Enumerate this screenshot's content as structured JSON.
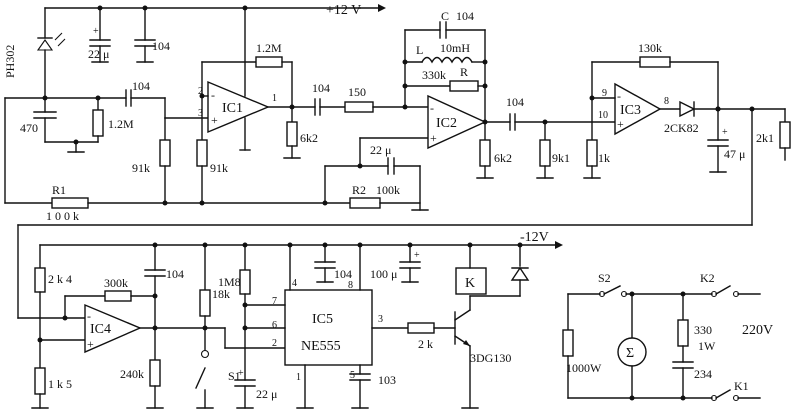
{
  "rails": {
    "pos12": "+12 V",
    "neg12": "-12V"
  },
  "sensor": {
    "name": "PH302"
  },
  "caps": {
    "c_22u_top": "22 μ",
    "c_104_top": "104",
    "c_104_input": "104",
    "c_470": "470",
    "c_104_ic1out": "104",
    "c_104_fb_label": "C",
    "c_104_fb_value": "104",
    "c_22u_ic2": "22 μ",
    "c_104_ic2out": "104",
    "c_47u": "47 μ",
    "c_104_ic4": "104",
    "c_104_vcc": "104",
    "c_100u": "100 μ",
    "c_22u_timer": "22 μ",
    "c_103": "103",
    "c_234": "234"
  },
  "resistors": {
    "r_1m2_ic1fb": "1.2M",
    "r_1m2_input": "1.2M",
    "r_91k_a": "91k",
    "r_91k_b": "91k",
    "r_6k2_a": "6k2",
    "r_150": "150",
    "r_330k": "330k",
    "r_R": "R",
    "r_6k2_b": "6k2",
    "r_9k1": "9k1",
    "r_130k": "130k",
    "r_1k": "1k",
    "r_2k1": "2k1",
    "r1_name": "R1",
    "r1_value": "1 0 0 k",
    "r2_name": "R2",
    "r2_value": "100k",
    "r_2k4": "2 k 4",
    "r_300k": "300k",
    "r_1k5": "1 k 5",
    "r_240k": "240k",
    "r_18k": "18k",
    "r_1m8": "1M8",
    "r_2k": "2 k",
    "r_330_1w_a": "330",
    "r_330_1w_b": "1W"
  },
  "inductor": {
    "name": "L",
    "value": "10mH"
  },
  "opamps": {
    "ic1": "IC1",
    "ic2": "IC2",
    "ic3": "IC3",
    "ic4": "IC4"
  },
  "pins": {
    "ic1_p2": "2",
    "ic1_p3": "3",
    "ic1_p1": "1",
    "ic3_p9": "9",
    "ic3_p10": "10",
    "ic3_p8": "8",
    "ic5_p4": "4",
    "ic5_p8": "8",
    "ic5_p7": "7",
    "ic5_p6": "6",
    "ic5_p2": "2",
    "ic5_p3": "3",
    "ic5_p1": "1",
    "ic5_p5": "5"
  },
  "diode": {
    "name": "2CK82"
  },
  "timer": {
    "name": "IC5",
    "part": "NE555"
  },
  "relay": {
    "name": "K"
  },
  "transistor": {
    "name": "3DG130"
  },
  "switches": {
    "s1": "S1",
    "s2": "S2",
    "k1": "K1",
    "k2": "K2"
  },
  "load": {
    "heater": "1000W",
    "mains": "220V"
  }
}
